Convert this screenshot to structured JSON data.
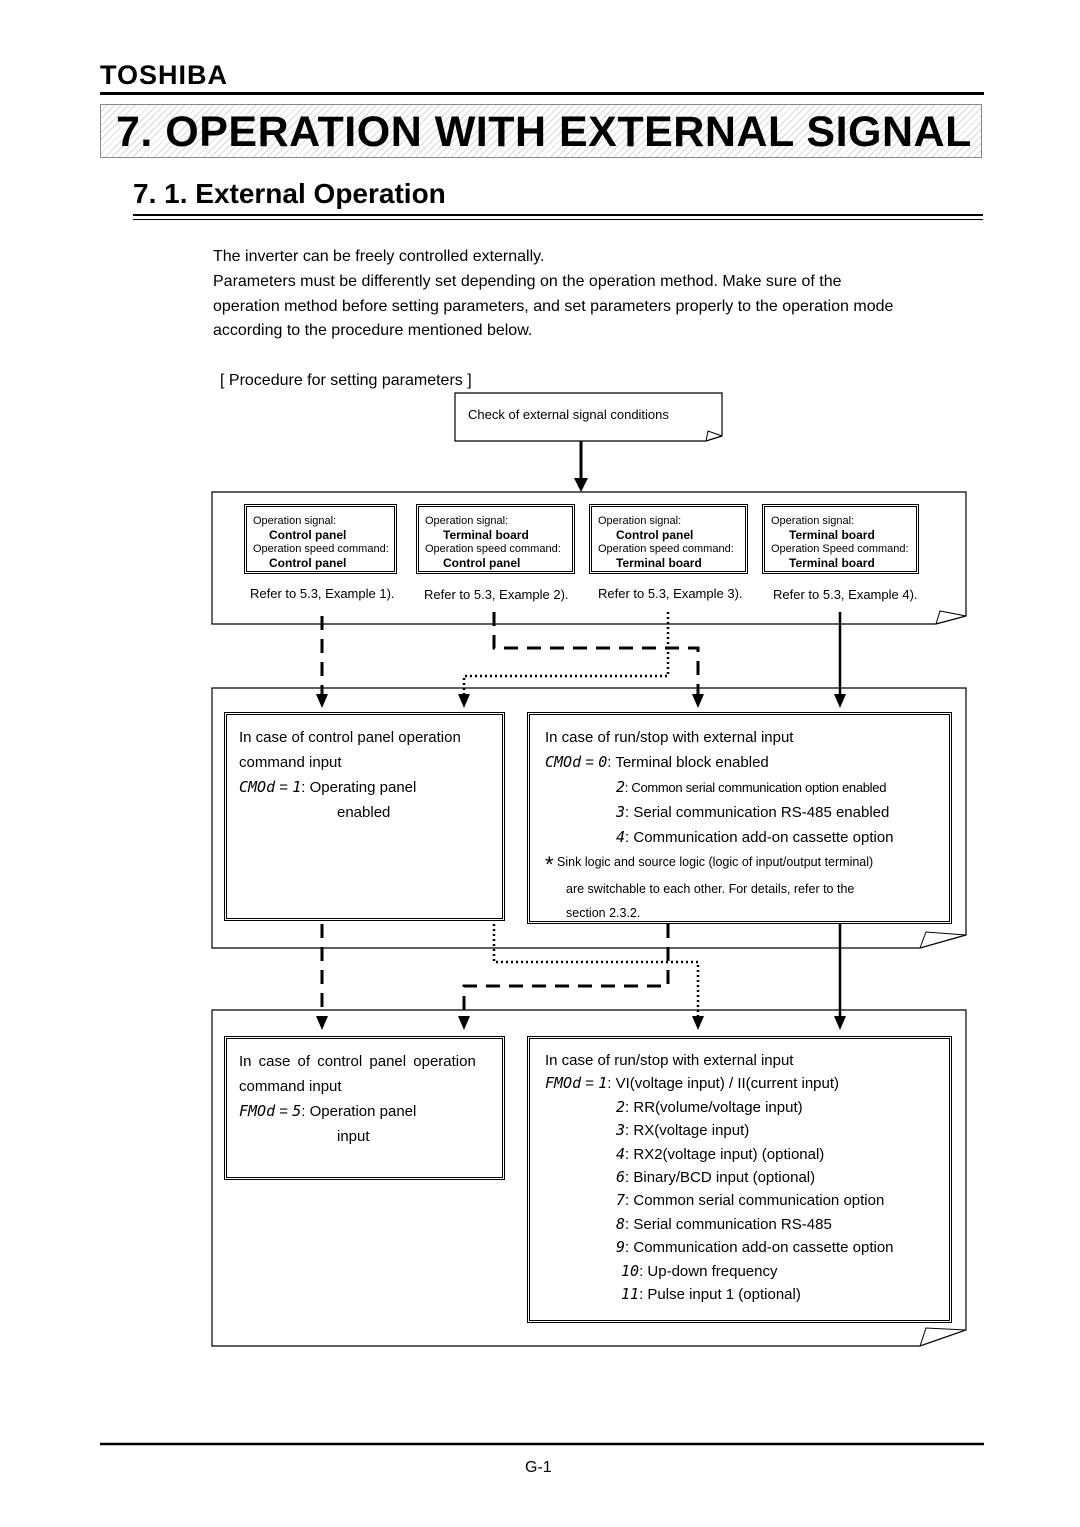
{
  "header": {
    "brand": "TOSHIBA"
  },
  "chapter_title": "7.  OPERATION  WITH  EXTERNAL  SIGNAL",
  "section_title": "7. 1. External Operation",
  "intro": {
    "line1": "The inverter can be freely controlled externally.",
    "line2": "Parameters must be differently set depending on the operation method. Make sure of the",
    "line3": "operation method before setting parameters, and set parameters properly to the operation mode",
    "line4": "according to the procedure mentioned below."
  },
  "procedure_label": "[  Procedure for setting parameters  ]",
  "check_box": "Check of external signal conditions",
  "signals": [
    {
      "l1": "Operation signal:",
      "l2": "Control panel",
      "l3": "Operation speed command:",
      "l4": "Control panel",
      "ref": "Refer to 5.3, Example 1)."
    },
    {
      "l1": "Operation signal:",
      "l2": "Terminal board",
      "l3": "Operation speed command:",
      "l4": "Control panel",
      "ref": "Refer to 5.3, Example 2)."
    },
    {
      "l1": "Operation signal:",
      "l2": "Control panel",
      "l3": "Operation speed command:",
      "l4": "Terminal board",
      "ref": "Refer to 5.3, Example 3)."
    },
    {
      "l1": "Operation signal:",
      "l2": "Terminal board",
      "l3": "Operation Speed command:",
      "l4": "Terminal board",
      "ref": "Refer to 5.3, Example 4)."
    }
  ],
  "cmod_left": {
    "line1": "In case of control panel operation",
    "line2": "command input",
    "param": "CMOd",
    "eq": "=",
    "val": "1",
    "desc": ": Operating panel",
    "desc2": "enabled"
  },
  "cmod_right": {
    "title": "In case of run/stop with external input",
    "param": "CMOd",
    "eq": "=",
    "items": [
      {
        "val": "0",
        "text": ": Terminal block enabled"
      },
      {
        "val": "2",
        "text": ": Common serial communication option enabled"
      },
      {
        "val": "3",
        "text": ": Serial communication RS-485 enabled"
      },
      {
        "val": "4",
        "text": ": Communication add-on cassette option"
      }
    ],
    "star": "*",
    "note1": "Sink logic and source logic (logic of input/output terminal)",
    "note2": "are switchable to each other. For details, refer to the",
    "note3": "section 2.3.2."
  },
  "fmod_left": {
    "line1": "In case of control panel operation",
    "line2": "command input",
    "param": "FMOd",
    "eq": "=",
    "val": "5",
    "desc": ": Operation panel",
    "desc2": "input"
  },
  "fmod_right": {
    "title": "In case of run/stop with external input",
    "param": "FMOd",
    "eq": "=",
    "items": [
      {
        "val": "1",
        "text": ": VI(voltage input) / II(current input)"
      },
      {
        "val": "2",
        "text": ": RR(volume/voltage input)"
      },
      {
        "val": "3",
        "text": ": RX(voltage input)"
      },
      {
        "val": "4",
        "text": ": RX2(voltage input) (optional)"
      },
      {
        "val": "6",
        "text": ": Binary/BCD input (optional)"
      },
      {
        "val": "7",
        "text": ": Common serial communication option"
      },
      {
        "val": "8",
        "text": ": Serial communication RS-485"
      },
      {
        "val": "9",
        "text": ": Communication add-on cassette option"
      },
      {
        "val": "10",
        "text": ": Up-down frequency"
      },
      {
        "val": "11",
        "text": ": Pulse input 1 (optional)"
      }
    ]
  },
  "footer": {
    "page": "G-1"
  }
}
